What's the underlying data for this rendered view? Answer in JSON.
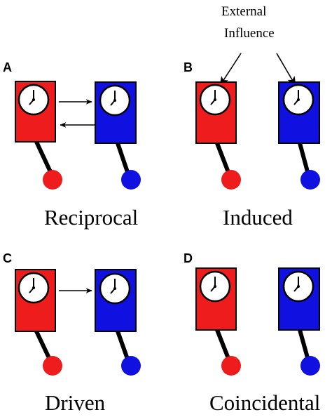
{
  "colors": {
    "left_pendulum": "#ee1c1c",
    "right_pendulum": "#1010e0",
    "outline": "#000000",
    "clock_face": "#ffffff"
  },
  "panels": [
    {
      "letter": "A",
      "caption": "Reciprocal",
      "coupling": "bidirectional"
    },
    {
      "letter": "B",
      "caption": "Induced",
      "coupling": "external"
    },
    {
      "letter": "C",
      "caption": "Driven",
      "coupling": "left-to-right"
    },
    {
      "letter": "D",
      "caption": "Coincidental",
      "coupling": "none"
    }
  ],
  "external": {
    "label_line1": "External",
    "label_line2": "Influence"
  },
  "icons": [
    "clock-icon",
    "pendulum-bob",
    "arrow-icon"
  ]
}
